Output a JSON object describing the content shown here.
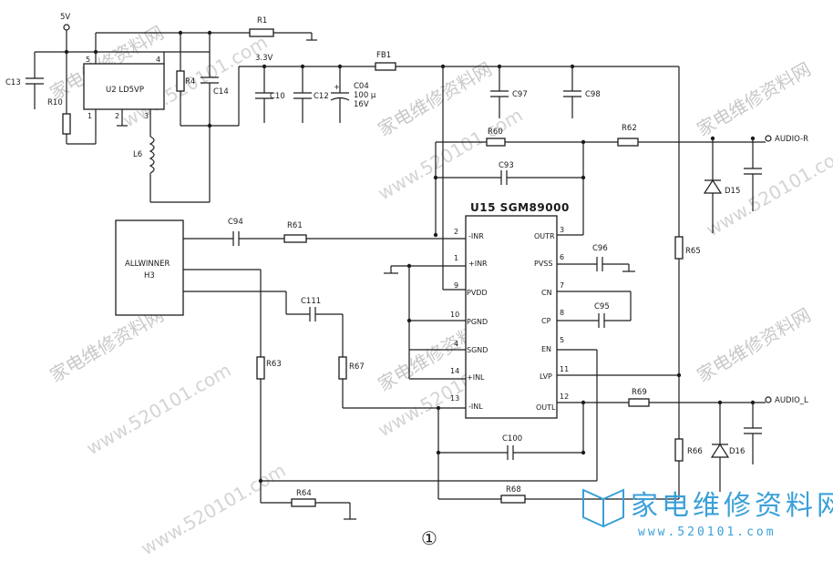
{
  "watermark": {
    "text": "家电维修资料网",
    "url": "www.520101.com",
    "logo_text": "家电维修资料网",
    "logo_url": "www.520101.com"
  },
  "figure_number": "①",
  "labels": {
    "v5": "5V",
    "v33": "3.3V",
    "u2": "U2 LD5VP",
    "u15": "U15 SGM89000",
    "allwinner_line1": "ALLWINNER",
    "allwinner_line2": "H3",
    "audio_r": "AUDIO-R",
    "audio_l": "AUDIO_L",
    "c004_line1": "C04",
    "c004_line2": "100 μ",
    "c004_line3": "16V"
  },
  "components": {
    "R1": "R1",
    "R10": "R10",
    "R4": "R4",
    "C13": "C13",
    "C14": "C14",
    "L6": "L6",
    "C10": "C10",
    "C12": "C12",
    "FB1": "FB1",
    "C97": "C97",
    "C98": "C98",
    "R60": "R60",
    "R62": "R62",
    "C93": "C93",
    "D15": "D15",
    "C94": "C94",
    "R61": "R61",
    "C96": "C96",
    "C95": "C95",
    "C111": "C111",
    "R63": "R63",
    "R67": "R67",
    "R65": "R65",
    "R69": "R69",
    "R66": "R66",
    "D16": "D16",
    "C100": "C100",
    "R64": "R64",
    "R68": "R68"
  },
  "u2_pins": [
    "5",
    "4",
    "1",
    "2",
    "3"
  ],
  "u15_pins_left": [
    {
      "num": "2",
      "name": "-INR"
    },
    {
      "num": "1",
      "name": "+INR"
    },
    {
      "num": "9",
      "name": "PVDD"
    },
    {
      "num": "10",
      "name": "PGND"
    },
    {
      "num": "4",
      "name": "SGND"
    },
    {
      "num": "14",
      "name": "+INL"
    },
    {
      "num": "13",
      "name": "-INL"
    }
  ],
  "u15_pins_right": [
    {
      "num": "3",
      "name": "OUTR"
    },
    {
      "num": "6",
      "name": "PVSS"
    },
    {
      "num": "7",
      "name": "CN"
    },
    {
      "num": "8",
      "name": "CP"
    },
    {
      "num": "5",
      "name": "EN"
    },
    {
      "num": "11",
      "name": "LVP"
    },
    {
      "num": "12",
      "name": "OUTL"
    }
  ]
}
